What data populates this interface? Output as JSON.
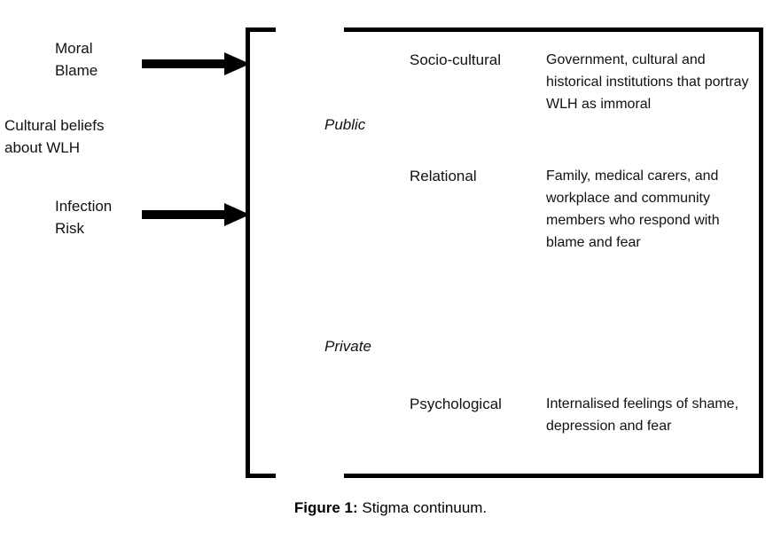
{
  "figure": {
    "caption_prefix": "Figure 1:",
    "caption_text": " Stigma continuum.",
    "ink_color": "#000000",
    "background_color": "#ffffff"
  },
  "drivers": {
    "heading": "Cultural beliefs about WLH",
    "items": [
      {
        "id": "moral-blame",
        "label": "Moral\nBlame",
        "arrow": "right-arrow"
      },
      {
        "id": "infection-risk",
        "label": "Infection\nRisk",
        "arrow": "right-arrow"
      }
    ],
    "source_label": "Cultural beliefs\nabout WLH"
  },
  "continuum": {
    "domains": [
      {
        "id": "public",
        "label": "Public"
      },
      {
        "id": "private",
        "label": "Private"
      }
    ],
    "levels": [
      {
        "id": "socio-cultural",
        "name": "Socio-cultural",
        "description": "Government, cultural and historical institutions that portray WLH as immoral"
      },
      {
        "id": "relational",
        "name": "Relational",
        "description": "Family, medical carers, and workplace and community members who respond with blame and fear"
      },
      {
        "id": "psychological",
        "name": "Psychological",
        "description": "Internalised feelings of shame, depression and fear"
      }
    ]
  }
}
